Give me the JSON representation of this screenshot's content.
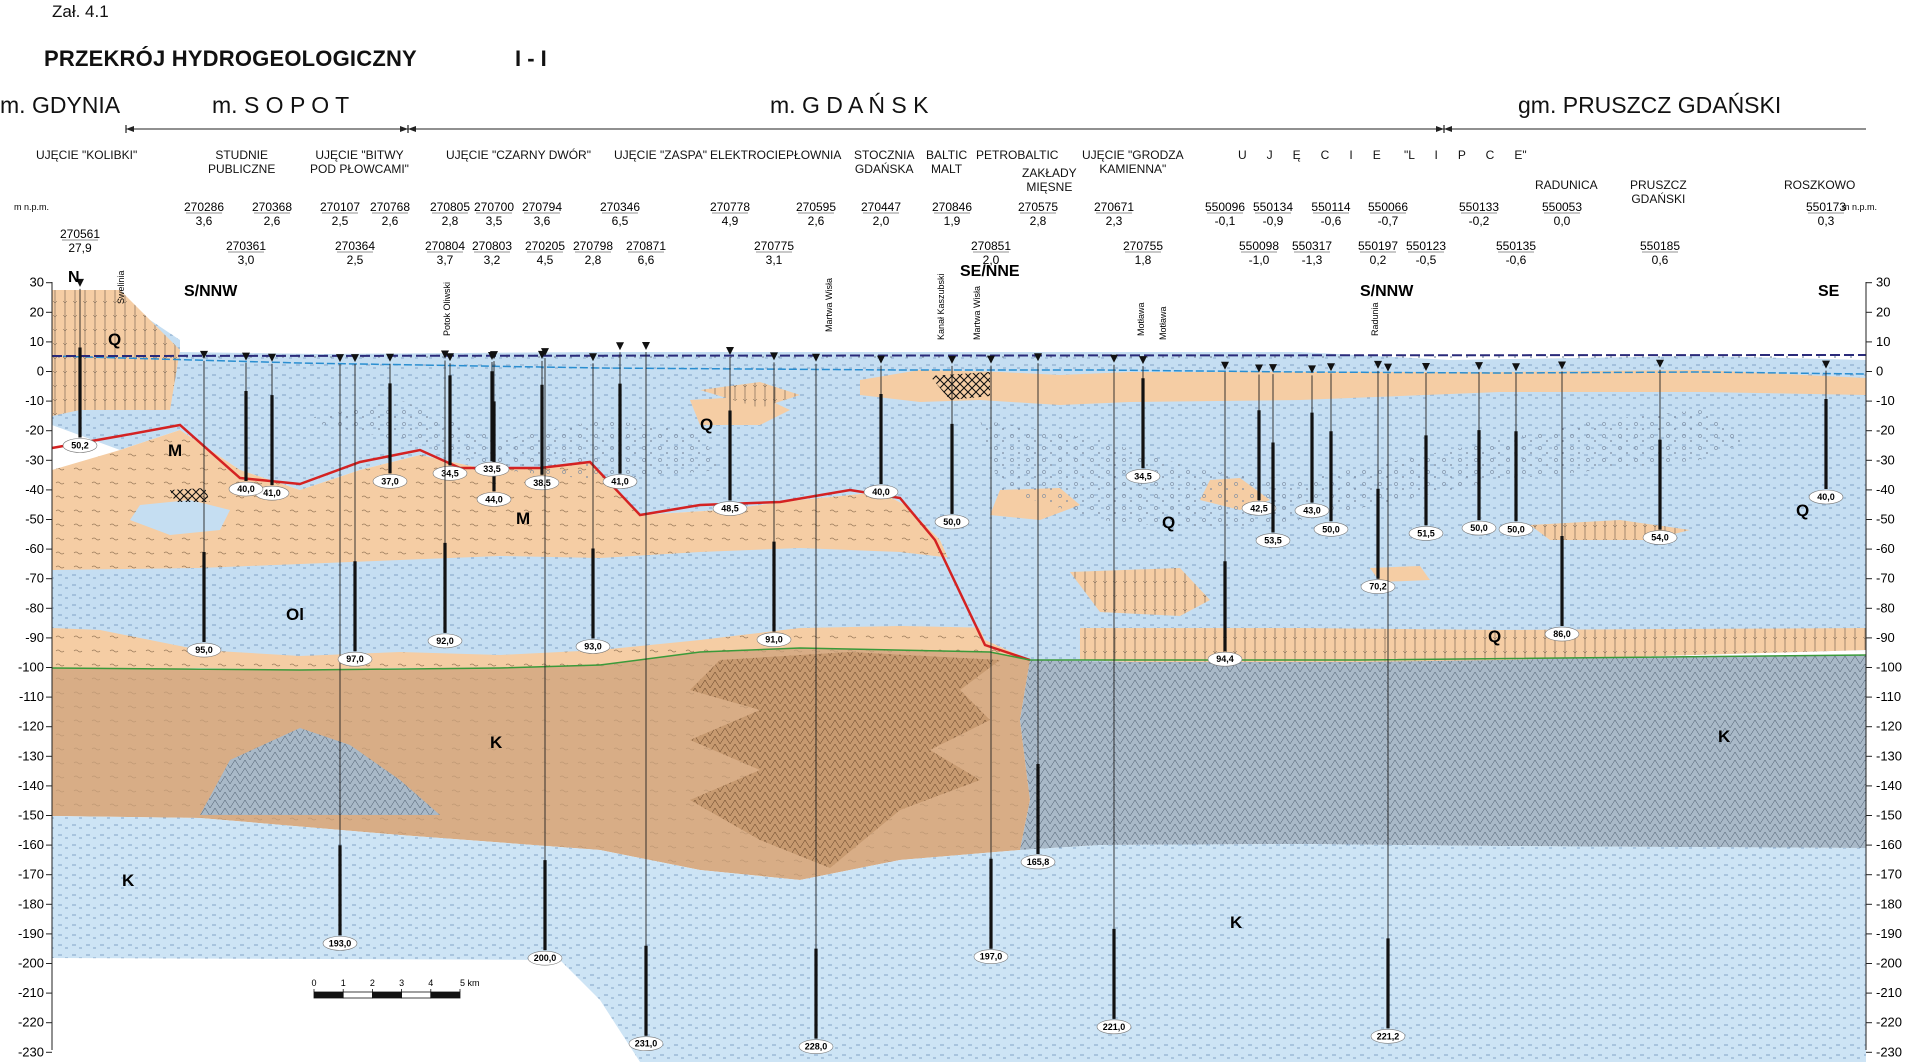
{
  "annex": "Zał. 4.1",
  "title": "PRZEKRÓJ HYDROGEOLOGICZNY",
  "section_id": "I - I",
  "axis_unit": "m n.p.m.",
  "y_ticks": [
    30,
    20,
    10,
    0,
    -10,
    -20,
    -30,
    -40,
    -50,
    -60,
    -70,
    -80,
    -90,
    -100,
    -110,
    -120,
    -130,
    -140,
    -150,
    -160,
    -170,
    -180,
    -190,
    -200,
    -210,
    -220,
    -230
  ],
  "municipalities": [
    {
      "label": "m. GDYNIA"
    },
    {
      "label": "m. S O P O T"
    },
    {
      "label": "m.    G     D     A     Ń     S     K"
    },
    {
      "label": "gm.   PRUSZCZ GDAŃSKI"
    }
  ],
  "sites": [
    {
      "label": "UJĘCIE \"KOLIBKI\""
    },
    {
      "label": "STUDNIE\nPUBLICZNE"
    },
    {
      "label": "UJĘCIE \"BITWY\n POD PŁOWCAMI\""
    },
    {
      "label": "UJĘCIE \"CZARNY DWÓR\""
    },
    {
      "label": "UJĘCIE \"ZASPA\""
    },
    {
      "label": "ELEKTROCIEPŁOWNIA"
    },
    {
      "label": "STOCZNIA\nGDAŃSKA"
    },
    {
      "label": "BALTIC\nMALT"
    },
    {
      "label": "PETROBALTIC"
    },
    {
      "label": "ZAKŁADY\nMIĘSNE"
    },
    {
      "label": "UJĘCIE \"GRODZA\nKAMIENNA\""
    },
    {
      "label": "U      J      Ę      C      I      E       \"L      I      P      C      E\""
    },
    {
      "label": "RADUNICA"
    },
    {
      "label": "PRUSZCZ\nGDAŃSKI"
    },
    {
      "label": "ROSZKOWO"
    }
  ],
  "wells": [
    {
      "id": "270561",
      "elev": "27,9",
      "depth": "50,2"
    },
    {
      "id": "270286",
      "elev": "3,6",
      "depth": "95,0"
    },
    {
      "id": "270368",
      "elev": "2,6",
      "depth": "41,0"
    },
    {
      "id": "270361",
      "elev": "3,0",
      "depth": "40,0"
    },
    {
      "id": "270107",
      "elev": "2,5",
      "depth": "193,0"
    },
    {
      "id": "270768",
      "elev": "2,6",
      "depth": "37,0"
    },
    {
      "id": "270364",
      "elev": "2,5",
      "depth": "97,0"
    },
    {
      "id": "270805",
      "elev": "2,8",
      "depth": "34,5"
    },
    {
      "id": "270700",
      "elev": "3,5",
      "depth": "44,0"
    },
    {
      "id": "270794",
      "elev": "3,6",
      "depth": "38,5"
    },
    {
      "id": "270346",
      "elev": "6,5",
      "depth": "41,0"
    },
    {
      "id": "270804",
      "elev": "3,7",
      "depth": "92,0"
    },
    {
      "id": "270803",
      "elev": "3,2",
      "depth": "33,5"
    },
    {
      "id": "270205",
      "elev": "4,5",
      "depth": "200,0"
    },
    {
      "id": "270798",
      "elev": "2,8",
      "depth": "93,0"
    },
    {
      "id": "270871",
      "elev": "6,6",
      "depth": "231,0"
    },
    {
      "id": "270778",
      "elev": "4,9",
      "depth": "48,5"
    },
    {
      "id": "270775",
      "elev": "3,1",
      "depth": "91,0"
    },
    {
      "id": "270595",
      "elev": "2,6",
      "depth": "228,0"
    },
    {
      "id": "270447",
      "elev": "2,0",
      "depth": "40,0"
    },
    {
      "id": "270846",
      "elev": "1,9",
      "depth": "50,0"
    },
    {
      "id": "270851",
      "elev": "2,0",
      "depth": "197,0"
    },
    {
      "id": "270575",
      "elev": "2,8",
      "depth": "165,8"
    },
    {
      "id": "270671",
      "elev": "2,3",
      "depth": "221,0"
    },
    {
      "id": "270755",
      "elev": "1,8",
      "depth": "34,5"
    },
    {
      "id": "550096",
      "elev": "-0,1",
      "depth": "94,4"
    },
    {
      "id": "550098",
      "elev": "-1,0",
      "depth": "42,5"
    },
    {
      "id": "550134",
      "elev": "-0,9",
      "depth": "53,5"
    },
    {
      "id": "550317",
      "elev": "-1,3",
      "depth": "43,0"
    },
    {
      "id": "550114",
      "elev": "-0,6",
      "depth": "50,0"
    },
    {
      "id": "550197",
      "elev": "0,2",
      "depth": "70,2"
    },
    {
      "id": "550066",
      "elev": "-0,7",
      "depth": "221,2"
    },
    {
      "id": "550123",
      "elev": "-0,5",
      "depth": "51,5"
    },
    {
      "id": "550133",
      "elev": "-0,2",
      "depth": "50,0"
    },
    {
      "id": "550135",
      "elev": "-0,6",
      "depth": "50,0"
    },
    {
      "id": "550053",
      "elev": "0,0",
      "depth": "86,0"
    },
    {
      "id": "550185",
      "elev": "0,6",
      "depth": "54,0"
    },
    {
      "id": "550173",
      "elev": "0,3",
      "depth": "40,0"
    }
  ],
  "unit_labels": [
    "Q",
    "M",
    "Ol",
    "K"
  ],
  "direction_labels": [
    "N",
    "S/NNW",
    "SE/NNE",
    "S/NNW",
    "SE"
  ],
  "rivers": [
    "Swelinia",
    "Potok Oliwski",
    "Martwa Wisła",
    "Kanał Kaszubski",
    "Martwa Wisła",
    "Motława",
    "Motława",
    "Radunia"
  ],
  "scale_bar": {
    "ticks": [
      "0",
      "1",
      "2",
      "3",
      "4",
      "5 km"
    ]
  },
  "colors": {
    "quaternary": "#c5def2",
    "tertiary": "#f5cda4",
    "cretaceous_sand": "#d8ad86",
    "cretaceous_marl": "#a9b9c8",
    "basement": "#cde4f5",
    "sub_cretaceous_boundary": "#d42222",
    "cretaceous_top": "#3a9a3a",
    "water_table": "#2a8ed0",
    "sea_level": "#2a2a7a"
  }
}
